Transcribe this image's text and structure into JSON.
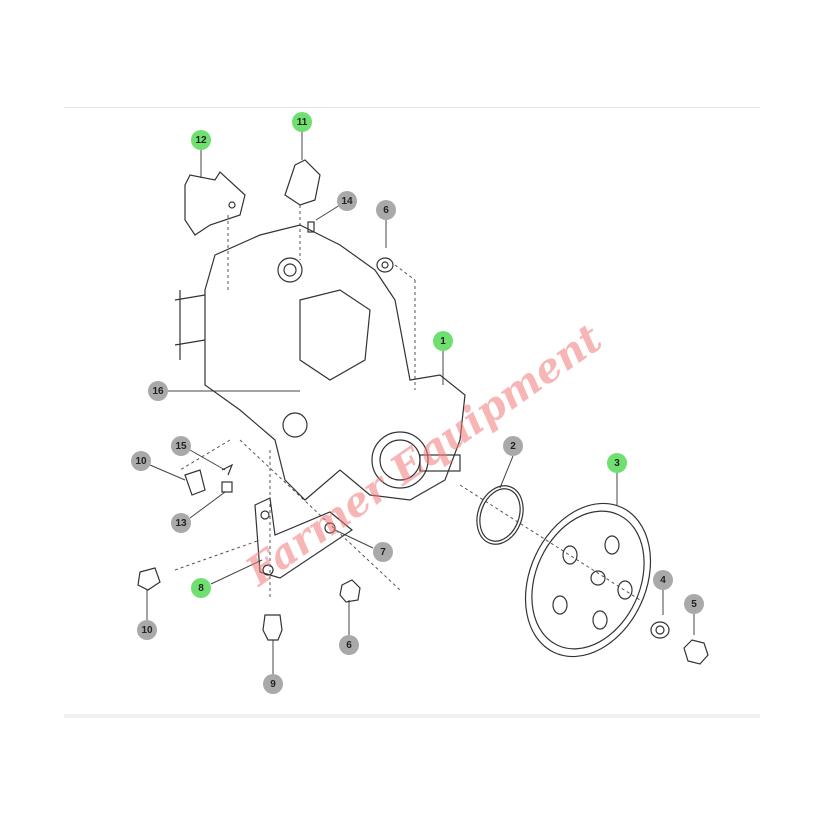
{
  "diagram": {
    "callouts": [
      {
        "label": "12",
        "highlight": true
      },
      {
        "label": "11",
        "highlight": true
      },
      {
        "label": "14",
        "highlight": false
      },
      {
        "label": "6",
        "highlight": false
      },
      {
        "label": "1",
        "highlight": true
      },
      {
        "label": "16",
        "highlight": false
      },
      {
        "label": "15",
        "highlight": false
      },
      {
        "label": "10",
        "highlight": false
      },
      {
        "label": "13",
        "highlight": false
      },
      {
        "label": "2",
        "highlight": false
      },
      {
        "label": "3",
        "highlight": true
      },
      {
        "label": "7",
        "highlight": false
      },
      {
        "label": "8",
        "highlight": true
      },
      {
        "label": "10",
        "highlight": false
      },
      {
        "label": "6",
        "highlight": false
      },
      {
        "label": "4",
        "highlight": false
      },
      {
        "label": "5",
        "highlight": false
      },
      {
        "label": "9",
        "highlight": false
      }
    ],
    "watermark": "Farmer Equipment",
    "colors": {
      "highlight": "#6fe06f",
      "callout": "#a9a9a9",
      "watermark": "#f07878"
    }
  }
}
